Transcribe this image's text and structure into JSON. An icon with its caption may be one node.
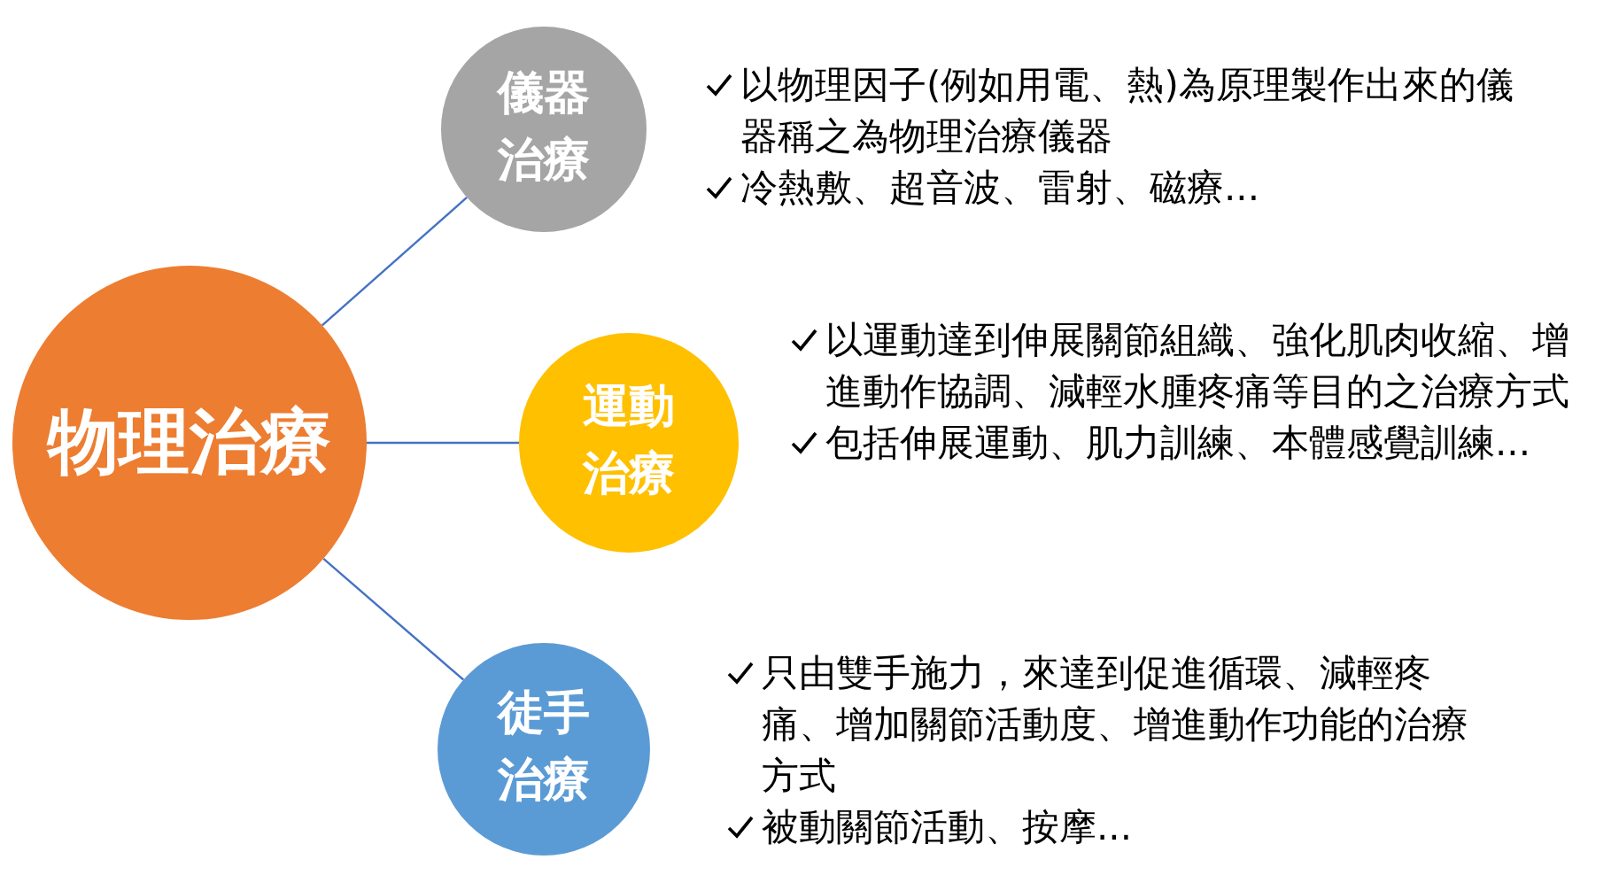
{
  "diagram": {
    "nodes": [
      {
        "text": [
          "物理治療"
        ]
      },
      {
        "text": [
          "儀器治療"
        ],
        "beside": [
          "以物理因子(例如用電、熱)為原理製作出來的儀器稱之為物理治療儀器",
          "冷熱敷、超音波、雷射、磁療..."
        ]
      },
      {
        "text": [
          "運動治療"
        ],
        "beside": [
          "以運動達到伸展關節組織、強化肌肉收縮、增進動作協調、減輕水腫疼痛等目的之治療方式",
          "包括伸展運動、肌力訓練、本體感覺訓練..."
        ]
      },
      {
        "text": [
          "徒手治療"
        ],
        "beside": [
          "只由雙手施力，來達到促進循環、減輕疼痛、增加關節活動度、增進動作功能的治療方式",
          "被動關節活動、按摩..."
        ]
      }
    ],
    "edges": [
      {
        "from": 0,
        "to": 1,
        "arrow": "none"
      },
      {
        "from": 0,
        "to": 2,
        "arrow": "none"
      },
      {
        "from": 0,
        "to": 3,
        "arrow": "none"
      }
    ]
  }
}
